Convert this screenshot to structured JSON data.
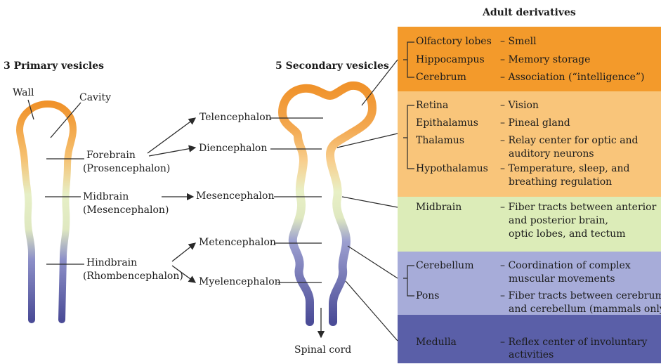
{
  "headings": {
    "adult_derivatives": "Adult derivatives",
    "primary": "3 Primary vesicles",
    "secondary": "5 Secondary vesicles"
  },
  "primary_labels": {
    "wall": "Wall",
    "cavity": "Cavity",
    "forebrain": "Forebrain",
    "forebrain_alt": "(Prosencephalon)",
    "midbrain": "Midbrain",
    "midbrain_alt": "(Mesencephalon)",
    "hindbrain": "Hindbrain",
    "hindbrain_alt": "(Rhombencephalon)"
  },
  "secondary_labels": {
    "telencephalon": "Telencephalon",
    "diencephalon": "Diencephalon",
    "mesencephalon": "Mesencephalon",
    "metencephalon": "Metencephalon",
    "myelencephalon": "Myelencephalon",
    "spinal_cord": "Spinal cord"
  },
  "bands": [
    {
      "color": "#f39a2b",
      "rows": [
        {
          "structure": "Olfactory lobes",
          "function": [
            "– Smell"
          ]
        },
        {
          "structure": "Hippocampus",
          "function": [
            "– Memory storage"
          ]
        },
        {
          "structure": "Cerebrum",
          "function": [
            "– Association (“intelligence”)"
          ]
        }
      ]
    },
    {
      "color": "#f9c57a",
      "rows": [
        {
          "structure": "Retina",
          "function": [
            "– Vision"
          ]
        },
        {
          "structure": "Epithalamus",
          "function": [
            "– Pineal gland"
          ]
        },
        {
          "structure": "Thalamus",
          "function": [
            "– Relay center for optic and",
            "auditory neurons"
          ]
        },
        {
          "structure": "Hypothalamus",
          "function": [
            "– Temperature, sleep, and",
            "breathing regulation"
          ]
        }
      ]
    },
    {
      "color": "#dcecb8",
      "rows": [
        {
          "structure": "Midbrain",
          "function": [
            "– Fiber tracts between anterior",
            "and posterior brain,",
            "optic lobes, and tectum"
          ]
        }
      ]
    },
    {
      "color": "#a7acd9",
      "rows": [
        {
          "structure": "Cerebellum",
          "function": [
            "– Coordination of complex",
            "muscular movements"
          ]
        },
        {
          "structure": "Pons",
          "function": [
            "– Fiber tracts between cerebrum",
            "and cerebellum (mammals only)"
          ]
        }
      ]
    },
    {
      "color": "#5a5fa8",
      "rows": [
        {
          "structure": "Medulla",
          "function": [
            "– Reflex center of involuntary",
            "activities"
          ]
        }
      ]
    }
  ],
  "colors": {
    "tube_top": "#f0922a",
    "tube_mid": "#e9f0c9",
    "tube_bottom": "#4e4f99",
    "line": "#2a2a2a"
  }
}
